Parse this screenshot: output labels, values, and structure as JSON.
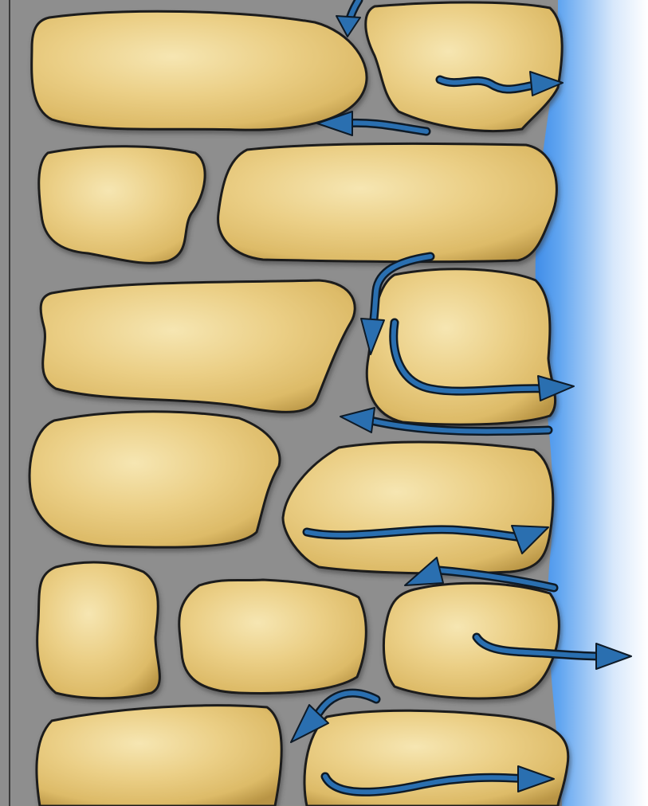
{
  "colors": {
    "mortar": "#8e8e8e",
    "mortar_dark": "#7a7a7a",
    "frame_line": "#3a3a3a",
    "stone_light": "#f2dfa2",
    "stone_mid": "#e2c270",
    "stone_shadow": "#b08d3e",
    "stone_outline": "#1b1b1b",
    "water_edge": "#1f74e0",
    "water_fade": "#ffffff",
    "arrow_fill": "#2a6fb0",
    "arrow_outline": "#0e1a26"
  },
  "diagram": {
    "stones": [
      {
        "id": "stone-row1-left"
      },
      {
        "id": "stone-row1-right"
      },
      {
        "id": "stone-row2-left"
      },
      {
        "id": "stone-row2-right"
      },
      {
        "id": "stone-row3-left"
      },
      {
        "id": "stone-row3-right"
      },
      {
        "id": "stone-row4-left"
      },
      {
        "id": "stone-row4-right"
      },
      {
        "id": "stone-row5-left"
      },
      {
        "id": "stone-row5-middle"
      },
      {
        "id": "stone-row5-right"
      },
      {
        "id": "stone-row6-left"
      },
      {
        "id": "stone-row6-right"
      }
    ],
    "arrows": [
      {
        "id": "flow-arrow-top-down",
        "direction": "down"
      },
      {
        "id": "flow-arrow-row1-right",
        "direction": "right"
      },
      {
        "id": "flow-arrow-row1-gap-left",
        "direction": "left"
      },
      {
        "id": "flow-arrow-row2-gap-down",
        "direction": "down"
      },
      {
        "id": "flow-arrow-row3-curve-right",
        "direction": "right"
      },
      {
        "id": "flow-arrow-row3-gap-left",
        "direction": "left"
      },
      {
        "id": "flow-arrow-row4-right",
        "direction": "right"
      },
      {
        "id": "flow-arrow-row4-gap-left",
        "direction": "left"
      },
      {
        "id": "flow-arrow-row5-right-out",
        "direction": "right"
      },
      {
        "id": "flow-arrow-row5-gap-down-left",
        "direction": "down-left"
      },
      {
        "id": "flow-arrow-row6-right",
        "direction": "right"
      }
    ]
  }
}
